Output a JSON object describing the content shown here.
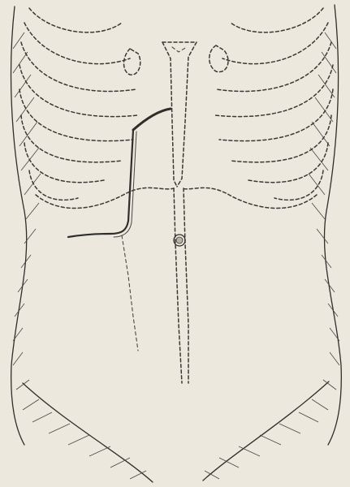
{
  "illustration": {
    "subject": "abdominal-incision-diagram",
    "palette": {
      "paper": "#ece8de",
      "ink": "#2f2e2a"
    },
    "elements": [
      "torso-outline",
      "rib-cage-outline",
      "sternum-outline",
      "costal-margin",
      "linea-alba",
      "umbilicus",
      "incision-line",
      "incision-extension",
      "flank-shading"
    ]
  }
}
